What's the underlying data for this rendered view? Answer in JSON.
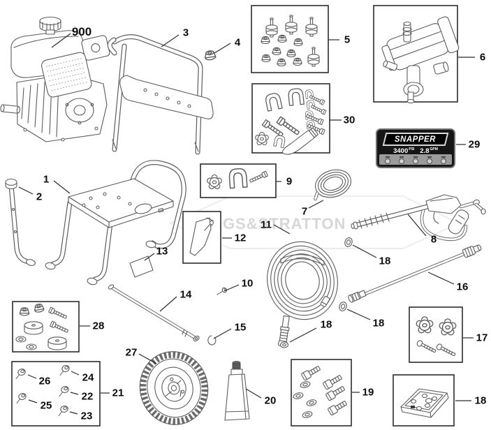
{
  "watermark": "BRIGGS&STRATTON",
  "panel": {
    "brand": "SNAPPER",
    "psi_value": "3400",
    "psi_unit": "PSI",
    "gpm_value": "2.8",
    "gpm_unit": "GPM"
  },
  "callouts": {
    "engine": "900",
    "frame": "1",
    "handle_grip": "2",
    "handle": "3",
    "nut": "4",
    "isolator_kit": "5",
    "pump": "6",
    "hose_small": "7",
    "gun": "8",
    "clamp_kit": "9",
    "screw": "10",
    "hose": "11",
    "panel_kit": "12",
    "label": "13",
    "rod": "14",
    "clip": "15",
    "wand": "16",
    "knob_kit": "17",
    "oring_gun": "18",
    "oring_wand": "18",
    "oring_hose": "18",
    "pad_kit": "18",
    "bolt_kit": "19",
    "leg": "20",
    "screw_kit": "21",
    "screw_22": "22",
    "screw_23": "23",
    "screw_24": "24",
    "screw_25": "25",
    "screw_26": "26",
    "wheel": "27",
    "spacer_kit": "28",
    "decal": "29",
    "clamp_bolt_kit": "30"
  }
}
